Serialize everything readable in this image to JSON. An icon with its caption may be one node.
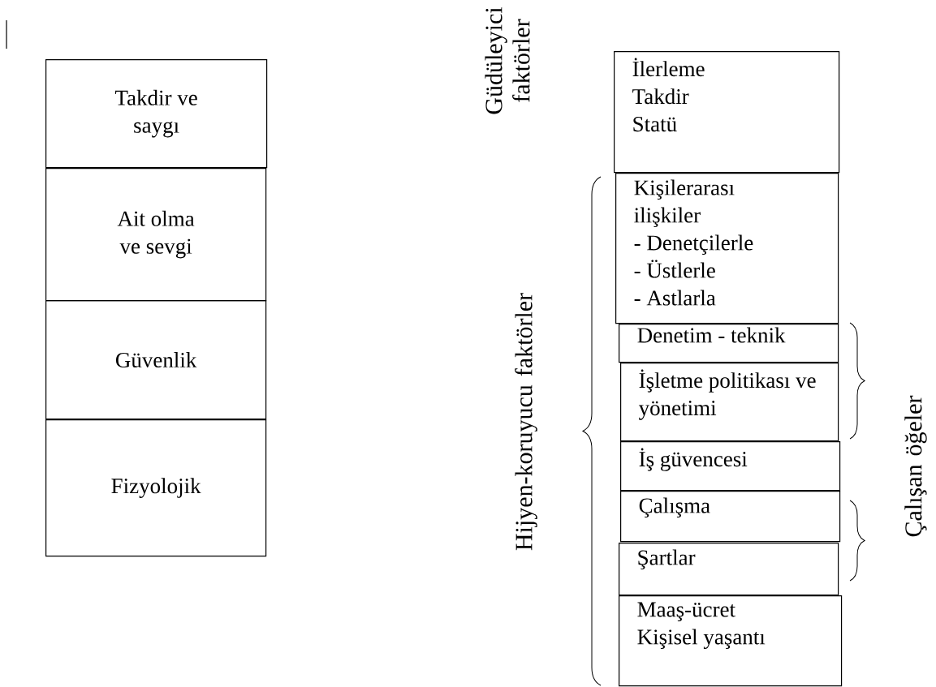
{
  "diagram": {
    "nodes": [
      {
        "text": [
          "Takdir ve saygı"
        ]
      },
      {
        "text": [
          "Ait olma ve sevgi"
        ]
      },
      {
        "text": [
          "Güvenlik"
        ]
      },
      {
        "text": [
          "Fizyolojik"
        ]
      },
      {
        "text": [
          "İlerleme",
          "Takdir",
          "Statü"
        ]
      },
      {
        "text": [
          "Kişilerarası ilişkiler",
          "- Denetçilerle",
          "- Üstlerle",
          "- Astlarla"
        ]
      },
      {
        "text": [
          "Denetim - teknik"
        ]
      },
      {
        "text": [
          "İşletme politikası ve yönetimi"
        ]
      },
      {
        "text": [
          "İş güvencesi"
        ]
      },
      {
        "text": [
          "Çalışma"
        ]
      },
      {
        "text": [
          "Şartlar"
        ]
      },
      {
        "text": [
          "Maaş-ücret",
          "Kişisel yaşantı"
        ]
      }
    ],
    "labels": [
      "Güdüleyici faktörler",
      "Hijyen-koruyucu faktörler",
      "Çalışan öğeler"
    ]
  }
}
